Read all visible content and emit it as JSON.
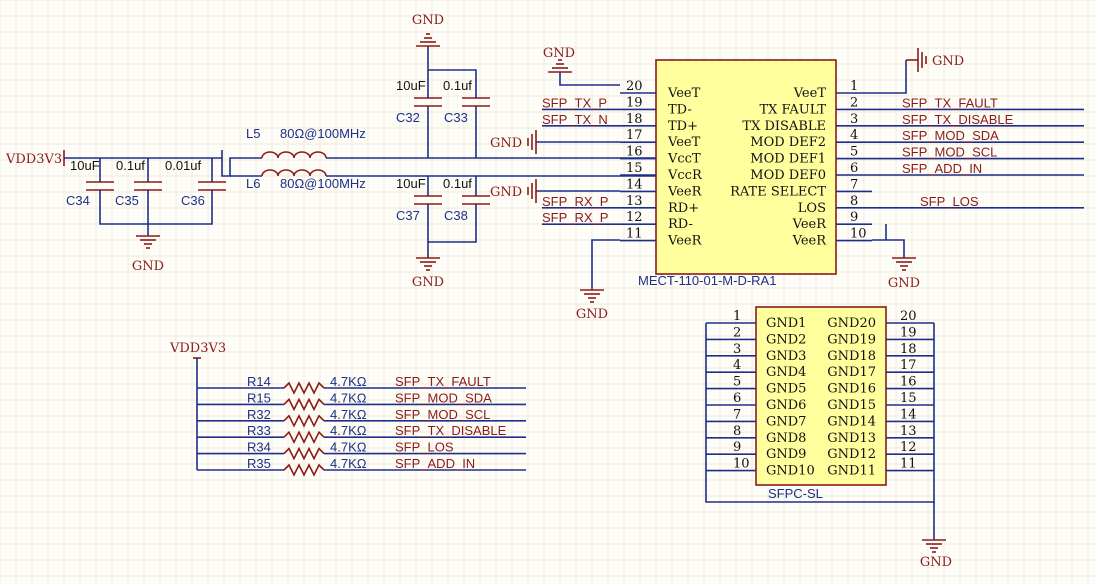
{
  "gnd_label": "GND",
  "vdd_label": "VDD3V3",
  "ferrites": [
    {
      "ref": "L5",
      "value": "80Ω@100MHz"
    },
    {
      "ref": "L6",
      "value": "80Ω@100MHz"
    }
  ],
  "caps_in": [
    {
      "ref": "C34",
      "value": "10uF"
    },
    {
      "ref": "C35",
      "value": "0.1uf"
    },
    {
      "ref": "C36",
      "value": "0.01uf"
    }
  ],
  "caps_tx": [
    {
      "ref": "C32",
      "value": "10uF"
    },
    {
      "ref": "C33",
      "value": "0.1uf"
    }
  ],
  "caps_rx": [
    {
      "ref": "C37",
      "value": "10uF"
    },
    {
      "ref": "C38",
      "value": "0.1uf"
    }
  ],
  "sfp": {
    "part": "MECT-110-01-M-D-RA1",
    "left_pins": [
      {
        "num": "20",
        "name": "VeeT"
      },
      {
        "num": "19",
        "name": "TD-",
        "net": "SFP_TX_P"
      },
      {
        "num": "18",
        "name": "TD+",
        "net": "SFP_TX_N"
      },
      {
        "num": "17",
        "name": "VeeT"
      },
      {
        "num": "16",
        "name": "VccT"
      },
      {
        "num": "15",
        "name": "VccR"
      },
      {
        "num": "14",
        "name": "VeeR"
      },
      {
        "num": "13",
        "name": "RD+",
        "net": "SFP_RX_P"
      },
      {
        "num": "12",
        "name": "RD-",
        "net": "SFP_RX_P"
      },
      {
        "num": "11",
        "name": "VeeR"
      }
    ],
    "right_pins": [
      {
        "num": "1",
        "name": "VeeT"
      },
      {
        "num": "2",
        "name": "TX FAULT",
        "net": "SFP_TX_FAULT"
      },
      {
        "num": "3",
        "name": "TX DISABLE",
        "net": "SFP_TX_DISABLE"
      },
      {
        "num": "4",
        "name": "MOD DEF2",
        "net": "SFP_MOD_SDA"
      },
      {
        "num": "5",
        "name": "MOD DEF1",
        "net": "SFP_MOD_SCL"
      },
      {
        "num": "6",
        "name": "MOD DEF0",
        "net": "SFP_ADD_IN"
      },
      {
        "num": "7",
        "name": "RATE SELECT"
      },
      {
        "num": "8",
        "name": "LOS",
        "net": "SFP_LOS"
      },
      {
        "num": "9",
        "name": "VeeR"
      },
      {
        "num": "10",
        "name": "VeeR"
      }
    ]
  },
  "cage": {
    "part": "SFPC-SL",
    "left_pins": [
      {
        "num": "1",
        "name": "GND1"
      },
      {
        "num": "2",
        "name": "GND2"
      },
      {
        "num": "3",
        "name": "GND3"
      },
      {
        "num": "4",
        "name": "GND4"
      },
      {
        "num": "5",
        "name": "GND5"
      },
      {
        "num": "6",
        "name": "GND6"
      },
      {
        "num": "7",
        "name": "GND7"
      },
      {
        "num": "8",
        "name": "GND8"
      },
      {
        "num": "9",
        "name": "GND9"
      },
      {
        "num": "10",
        "name": "GND10"
      }
    ],
    "right_pins": [
      {
        "num": "20",
        "name": "GND20"
      },
      {
        "num": "19",
        "name": "GND19"
      },
      {
        "num": "18",
        "name": "GND18"
      },
      {
        "num": "17",
        "name": "GND17"
      },
      {
        "num": "16",
        "name": "GND16"
      },
      {
        "num": "15",
        "name": "GND15"
      },
      {
        "num": "14",
        "name": "GND14"
      },
      {
        "num": "13",
        "name": "GND13"
      },
      {
        "num": "12",
        "name": "GND12"
      },
      {
        "num": "11",
        "name": "GND11"
      }
    ]
  },
  "pullups": [
    {
      "ref": "R14",
      "value": "4.7KΩ",
      "net": "SFP_TX_FAULT"
    },
    {
      "ref": "R15",
      "value": "4.7KΩ",
      "net": "SFP_MOD_SDA"
    },
    {
      "ref": "R32",
      "value": "4.7KΩ",
      "net": "SFP_MOD_SCL"
    },
    {
      "ref": "R33",
      "value": "4.7KΩ",
      "net": "SFP_TX_DISABLE"
    },
    {
      "ref": "R34",
      "value": "4.7KΩ",
      "net": "SFP_LOS"
    },
    {
      "ref": "R35",
      "value": "4.7KΩ",
      "net": "SFP_ADD_IN"
    }
  ]
}
